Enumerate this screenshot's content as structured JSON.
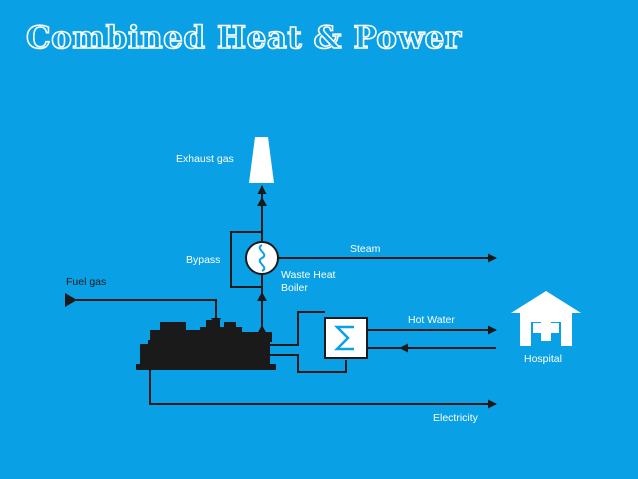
{
  "slide": {
    "title": "Combined Heat & Power"
  },
  "labels": {
    "exhaust_gas": "Exhaust gas",
    "bypass": "Bypass",
    "steam": "Steam",
    "waste_heat_line1": "Waste Heat",
    "waste_heat_line2": "Boiler",
    "fuel_gas": "Fuel gas",
    "hot_water": "Hot Water",
    "hospital": "Hospital",
    "electricity": "Electricity"
  },
  "colors": {
    "background": "#0aa0e6",
    "line": "#1a1a1a",
    "icon_fill": "#ffffff"
  }
}
